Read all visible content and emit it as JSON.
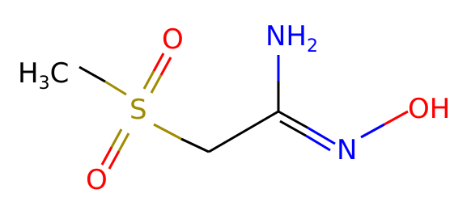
{
  "molecule": {
    "atoms": {
      "methyl": {
        "main": "H",
        "sub": "3",
        "suffix": "C"
      },
      "sulfur": {
        "text": "S"
      },
      "oxygen_top": {
        "text": "O"
      },
      "oxygen_bottom": {
        "text": "O"
      },
      "amine": {
        "main": "NH",
        "sub": "2"
      },
      "imine_nitrogen": {
        "text": "N"
      },
      "hydroxyl": {
        "text": "OH"
      }
    },
    "colors": {
      "carbon_bond": "#000000",
      "nitrogen": "#0000ff",
      "oxygen": "#ff0000",
      "sulfur": "#a08c00"
    }
  }
}
